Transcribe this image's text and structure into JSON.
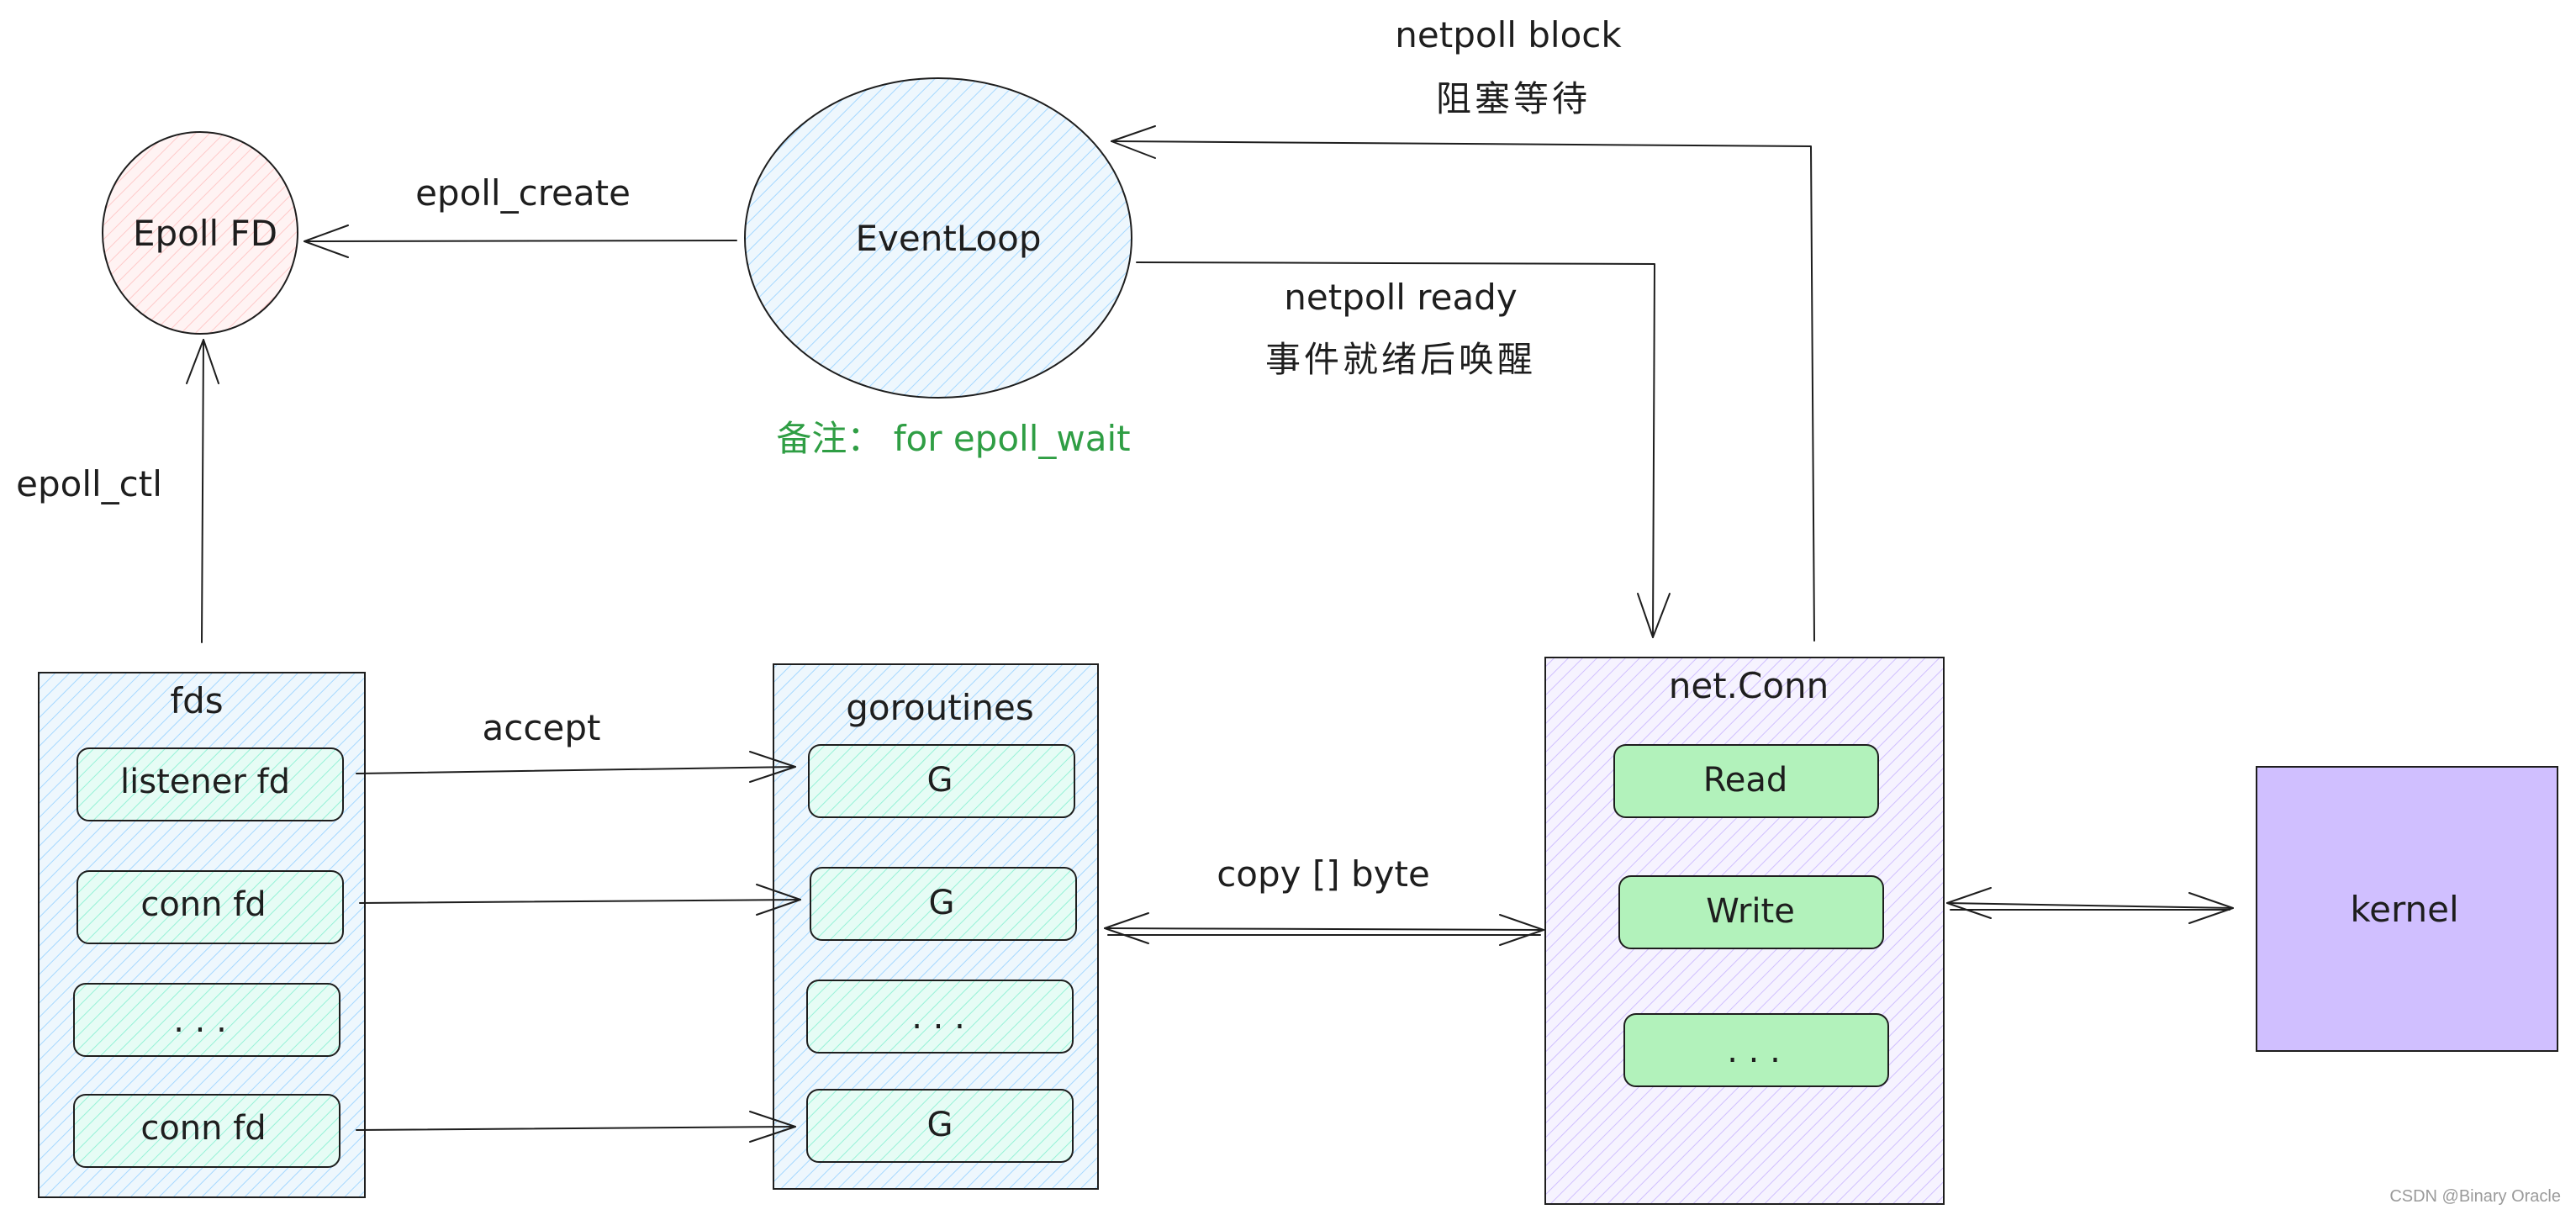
{
  "labels": {
    "epoll_fd": "Epoll FD",
    "eventloop": "EventLoop",
    "epoll_create": "epoll_create",
    "netpoll_block": "netpoll block",
    "netpoll_block_cn": "阻塞等待",
    "netpoll_ready": "netpoll ready",
    "netpoll_ready_cn": "事件就绪后唤醒",
    "note": "备注： for epoll_wait",
    "epoll_ctl": "epoll_ctl",
    "accept": "accept",
    "copy_byte": "copy [] byte",
    "watermark": "CSDN @Binary Oracle"
  },
  "fds": {
    "title": "fds",
    "items": [
      "listener fd",
      "conn fd",
      ". . .",
      "conn fd"
    ]
  },
  "goroutines": {
    "title": "goroutines",
    "items": [
      "G",
      "G",
      ". . .",
      "G"
    ]
  },
  "netconn": {
    "title": "net.Conn",
    "items": [
      "Read",
      "Write",
      ". . ."
    ]
  },
  "kernel": {
    "title": "kernel"
  },
  "colors": {
    "epoll_fd_fill": "#ffe3e3",
    "eventloop_fill": "#e7f5ff",
    "container_blue": "#dbeefb",
    "item_green": "#c3fae8",
    "item_green_solid": "#b2f2bb",
    "container_purple": "#e5dbff",
    "kernel_fill": "#d0bfff",
    "note_green": "#2f9e44",
    "stroke": "#1e1e1e"
  }
}
